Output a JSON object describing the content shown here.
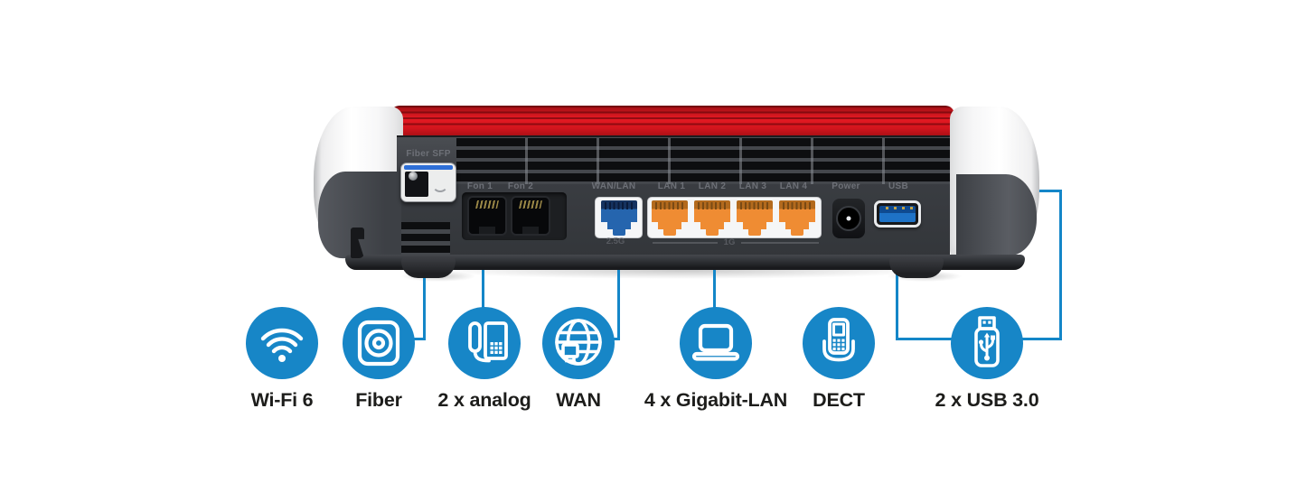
{
  "device": {
    "sfp_label": "Fiber SFP",
    "fon1_label": "Fon 1",
    "fon2_label": "Fon 2",
    "wan_label": "WAN/LAN",
    "lan1_label": "LAN 1",
    "lan2_label": "LAN 2",
    "lan3_label": "LAN 3",
    "lan4_label": "LAN 4",
    "power_label": "Power",
    "usb_label": "USB",
    "wan_speed": "2.5G",
    "lan_speed": "1G"
  },
  "features": [
    {
      "label": "Wi-Fi 6",
      "icon": "wifi-icon"
    },
    {
      "label": "Fiber",
      "icon": "fiber-socket-icon"
    },
    {
      "label": "2 x analog",
      "icon": "analog-phone-icon"
    },
    {
      "label": "WAN",
      "icon": "wan-globe-icon"
    },
    {
      "label": "4 x Gigabit-LAN",
      "icon": "laptop-icon"
    },
    {
      "label": "DECT",
      "icon": "dect-phone-icon"
    },
    {
      "label": "2 x USB 3.0",
      "icon": "usb-stick-icon"
    }
  ],
  "colors": {
    "accent_blue": "#1786c7",
    "router_red": "#d6141c",
    "body_dark": "#3a3d42",
    "wan_port_blue": "#2565ae",
    "lan_port_orange": "#ef8c33"
  }
}
